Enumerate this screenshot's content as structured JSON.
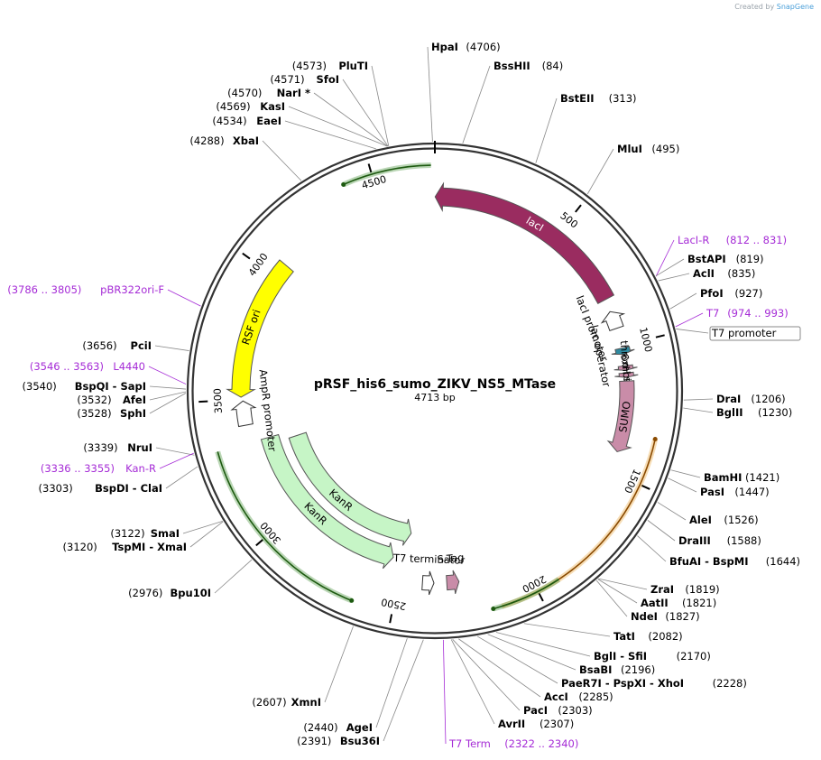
{
  "credit": {
    "prefix": "Created by",
    "brand": "SnapGene"
  },
  "plasmid": {
    "name": "pRSF_his6_sumo_ZIKV_NS5_MTase",
    "size": "4713 bp",
    "total": 4713
  },
  "ticks": [
    "500",
    "1000",
    "1500",
    "2000",
    "2500",
    "3000",
    "3500",
    "4000",
    "4500"
  ],
  "features": [
    {
      "name": "lacI",
      "start": 1,
      "end": 810,
      "dir": "rev",
      "color": "#9a2c60",
      "label_color": "#ffffff",
      "highlight": "#8ac832",
      "label_inside": true
    },
    {
      "name": "lacI promoter",
      "start": 860,
      "end": 930,
      "dir": "rev",
      "color": "#ffffff",
      "outline": true,
      "label_outside": true
    },
    {
      "name": "lac operator",
      "start": 1010,
      "end": 1035,
      "dir": "fwd",
      "color": "#2e8aa0",
      "label_outside": true
    },
    {
      "name": "6xHis",
      "start": 1080,
      "end": 1098,
      "dir": "fwd",
      "color": "#c98ca8",
      "callout": true
    },
    {
      "name": "thrombin site",
      "start": 1108,
      "end": 1126,
      "dir": "fwd",
      "color": "#c98ca8",
      "callout": true
    },
    {
      "name": "SUMO",
      "start": 1140,
      "end": 1420,
      "dir": "fwd",
      "color": "#c98ca8",
      "label_inside": true
    },
    {
      "name": "S-Tag",
      "start": 2262,
      "end": 2310,
      "dir": "rev",
      "color": "#c98ca8",
      "label_outside": true
    },
    {
      "name": "T7 terminator",
      "start": 2360,
      "end": 2405,
      "dir": "rev",
      "color": "#ffffff",
      "outline": true,
      "label_outside": true
    },
    {
      "name": "KanR",
      "start": 2540,
      "end": 3330,
      "dir": "rev",
      "color": "#c6f5c6",
      "label_inside": true,
      "track": "outer"
    },
    {
      "name": "KanR",
      "start": 2480,
      "end": 3300,
      "dir": "rev",
      "color": "#c6f5c6",
      "label_inside": true,
      "track": "inner"
    },
    {
      "name": "AmpR promoter",
      "start": 3400,
      "end": 3495,
      "dir": "fwd",
      "color": "#ffffff",
      "outline": true,
      "label_outside": true
    },
    {
      "name": "RSF ori",
      "start": 3510,
      "end": 4060,
      "dir": "rev",
      "color": "#ffff00",
      "label_inside": true
    }
  ],
  "orf_arcs": [
    {
      "start": 1340,
      "end": 2130,
      "color": "#e8a030",
      "dir": "rev"
    },
    {
      "start": 1920,
      "end": 2160,
      "color": "#3a8a2a",
      "dir": "fwd"
    },
    {
      "start": 2640,
      "end": 3330,
      "color": "#3a8a2a",
      "dir": "rev"
    },
    {
      "start": 4400,
      "end": 4700,
      "color": "#3a8a2a",
      "dir": "rev"
    }
  ],
  "sites_right": [
    {
      "name": "HpaI",
      "pos": "(4706)"
    },
    {
      "name": "BssHII",
      "pos": "(84)"
    },
    {
      "name": "BstEII",
      "pos": "(313)"
    },
    {
      "name": "MluI",
      "pos": "(495)"
    },
    {
      "name": "LacI-R",
      "pos": "(812 .. 831)",
      "primer": true
    },
    {
      "name": "BstAPI",
      "pos": "(819)"
    },
    {
      "name": "AclI",
      "pos": "(835)"
    },
    {
      "name": "PfoI",
      "pos": "(927)"
    },
    {
      "name": "T7",
      "pos": "(974 .. 993)",
      "primer": true
    },
    {
      "name": "T7 promoter",
      "pos": "",
      "boxed": true
    },
    {
      "name": "DraI",
      "pos": "(1206)"
    },
    {
      "name": "BglII",
      "pos": "(1230)"
    },
    {
      "name": "BamHI",
      "pos": "(1421)"
    },
    {
      "name": "PasI",
      "pos": "(1447)"
    },
    {
      "name": "AleI",
      "pos": "(1526)"
    },
    {
      "name": "DraIII",
      "pos": "(1588)"
    },
    {
      "name": "BfuAI - BspMI",
      "pos": "(1644)"
    },
    {
      "name": "ZraI",
      "pos": "(1819)"
    },
    {
      "name": "AatII",
      "pos": "(1821)"
    },
    {
      "name": "NdeI",
      "pos": "(1827)"
    },
    {
      "name": "TatI",
      "pos": "(2082)"
    },
    {
      "name": "BglI - SfiI",
      "pos": "(2170)"
    },
    {
      "name": "BsaBI",
      "pos": "(2196)"
    },
    {
      "name": "PaeR7I - PspXI - XhoI",
      "pos": "(2228)"
    },
    {
      "name": "AccI",
      "pos": "(2285)"
    },
    {
      "name": "PacI",
      "pos": "(2303)"
    },
    {
      "name": "AvrII",
      "pos": "(2307)"
    },
    {
      "name": "T7 Term",
      "pos": "(2322 .. 2340)",
      "primer": true
    }
  ],
  "sites_left": [
    {
      "name": "PluTI",
      "pos": "(4573)"
    },
    {
      "name": "SfoI",
      "pos": "(4571)"
    },
    {
      "name": "NarI *",
      "pos": "(4570)"
    },
    {
      "name": "KasI",
      "pos": "(4569)"
    },
    {
      "name": "EaeI",
      "pos": "(4534)"
    },
    {
      "name": "XbaI",
      "pos": "(4288)"
    },
    {
      "name": "pBR322ori-F",
      "pos": "(3786 .. 3805)",
      "primer": true
    },
    {
      "name": "PciI",
      "pos": "(3656)"
    },
    {
      "name": "L4440",
      "pos": "(3546 .. 3563)",
      "primer": true
    },
    {
      "name": "BspQI - SapI",
      "pos": "(3540)"
    },
    {
      "name": "AfeI",
      "pos": "(3532)"
    },
    {
      "name": "SphI",
      "pos": "(3528)"
    },
    {
      "name": "NruI",
      "pos": "(3339)"
    },
    {
      "name": "Kan-R",
      "pos": "(3336 .. 3355)",
      "primer": true
    },
    {
      "name": "BspDI - ClaI",
      "pos": "(3303)"
    },
    {
      "name": "SmaI",
      "pos": "(3122)"
    },
    {
      "name": "TspMI - XmaI",
      "pos": "(3120)"
    },
    {
      "name": "Bpu10I",
      "pos": "(2976)"
    },
    {
      "name": "XmnI",
      "pos": "(2607)"
    },
    {
      "name": "AgeI",
      "pos": "(2440)"
    },
    {
      "name": "Bsu36I",
      "pos": "(2391)"
    }
  ]
}
